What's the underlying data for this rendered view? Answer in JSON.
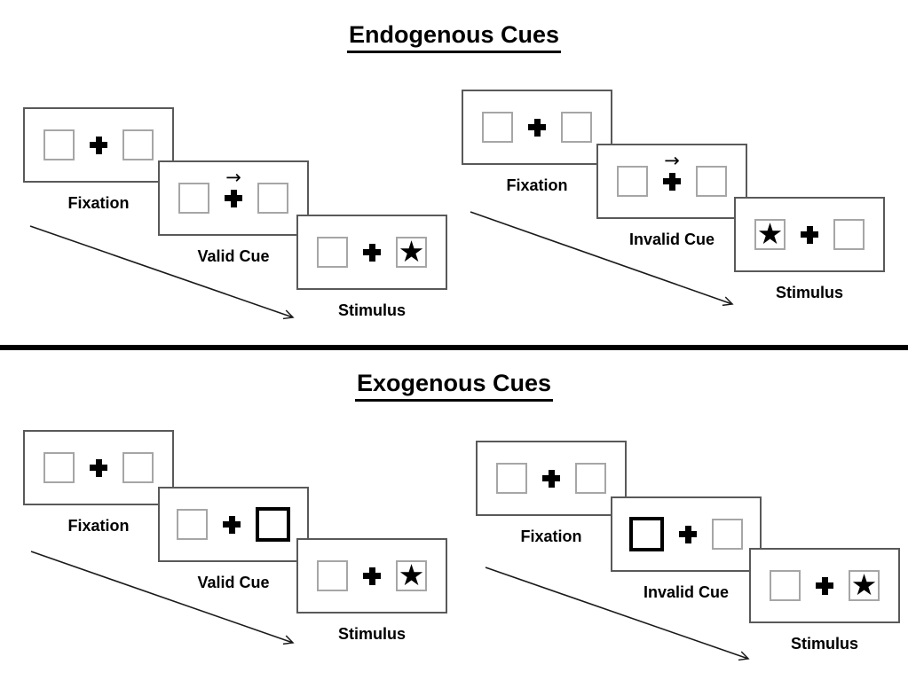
{
  "colors": {
    "background": "#ffffff",
    "ink": "#000000",
    "panel_border": "#595959",
    "box_border": "#a6a6a6",
    "highlight_border": "#000000",
    "divider": "#000000"
  },
  "sections": [
    {
      "id": "endogenous",
      "title": "Endogenous Cues",
      "sequences": [
        {
          "id": "valid",
          "steps": [
            {
              "label": "Fixation",
              "type": "fixation"
            },
            {
              "label": "Valid Cue",
              "type": "cue",
              "cue_style": "central-arrow",
              "cue_symbol": "→",
              "cue_direction": "right"
            },
            {
              "label": "Stimulus",
              "type": "stimulus",
              "target_symbol": "★",
              "target_side": "right"
            }
          ]
        },
        {
          "id": "invalid",
          "steps": [
            {
              "label": "Fixation",
              "type": "fixation"
            },
            {
              "label": "Invalid Cue",
              "type": "cue",
              "cue_style": "central-arrow",
              "cue_symbol": "→",
              "cue_direction": "right"
            },
            {
              "label": "Stimulus",
              "type": "stimulus",
              "target_symbol": "★",
              "target_side": "left"
            }
          ]
        }
      ]
    },
    {
      "id": "exogenous",
      "title": "Exogenous Cues",
      "sequences": [
        {
          "id": "valid",
          "steps": [
            {
              "label": "Fixation",
              "type": "fixation"
            },
            {
              "label": "Valid Cue",
              "type": "cue",
              "cue_style": "peripheral-highlight",
              "highlight_side": "right"
            },
            {
              "label": "Stimulus",
              "type": "stimulus",
              "target_symbol": "★",
              "target_side": "right"
            }
          ]
        },
        {
          "id": "invalid",
          "steps": [
            {
              "label": "Fixation",
              "type": "fixation"
            },
            {
              "label": "Invalid Cue",
              "type": "cue",
              "cue_style": "peripheral-highlight",
              "highlight_side": "left"
            },
            {
              "label": "Stimulus",
              "type": "stimulus",
              "target_symbol": "★",
              "target_side": "right"
            }
          ]
        }
      ]
    }
  ]
}
